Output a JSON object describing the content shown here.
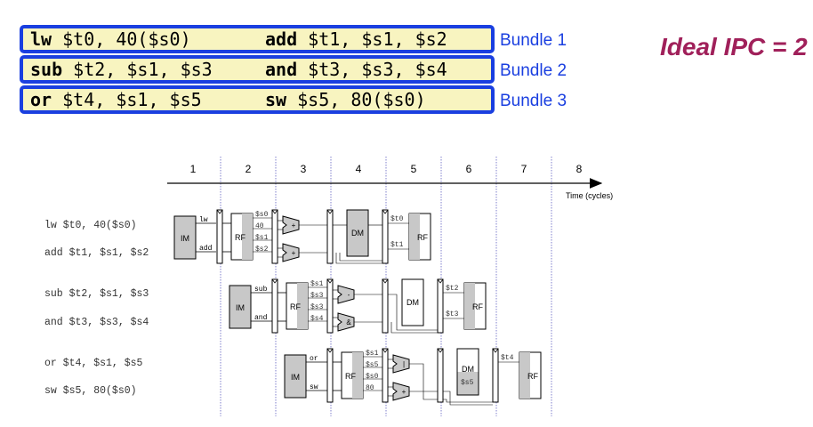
{
  "bundles": [
    {
      "slot1_op": "lw",
      "slot1_args": " $t0, 40($s0)",
      "slot2_op": "add",
      "slot2_args": " $t1, $s1, $s2",
      "label": "Bundle 1"
    },
    {
      "slot1_op": "sub",
      "slot1_args": " $t2, $s1, $s3",
      "slot2_op": "and",
      "slot2_args": " $t3, $s3, $s4",
      "label": "Bundle 2"
    },
    {
      "slot1_op": "or",
      "slot1_args": " $t4, $s1, $s5",
      "slot2_op": "sw",
      "slot2_args": " $s5, 80($s0)",
      "label": "Bundle 3"
    }
  ],
  "ideal_ipc": "Ideal IPC = 2",
  "cycles": [
    "1",
    "2",
    "3",
    "4",
    "5",
    "6",
    "7",
    "8"
  ],
  "time_label": "Time (cycles)",
  "instructions": [
    "lw  $t0, 40($s0)",
    "add $t1, $s1, $s2",
    "sub $t2, $s1, $s3",
    "and $t3, $s3, $s4",
    "or  $t4, $s1, $s5",
    "sw  $s5, 80($s0)"
  ],
  "stages": {
    "im": "IM",
    "rf": "RF",
    "dm": "DM",
    "plus": "+",
    "minus": "-",
    "and_sym": "&",
    "or_sym": "|"
  },
  "pipe1": {
    "im_top": "lw",
    "im_bot": "add",
    "rf_in": [
      "$s0",
      "40",
      "$s1",
      "$s2"
    ],
    "wb_top": "$t0",
    "wb_bot": "$t1"
  },
  "pipe2": {
    "im_top": "sub",
    "im_bot": "and",
    "rf_in": [
      "$s1",
      "$s3",
      "$s3",
      "$s4"
    ],
    "wb_top": "$t2",
    "wb_bot": "$t3"
  },
  "pipe3": {
    "im_top": "or",
    "im_bot": "sw",
    "rf_in": [
      "$s1",
      "$s5",
      "$s0",
      "80"
    ],
    "dm_in": "$s5",
    "wb_top": "$t4"
  },
  "colors": {
    "bundle_border": "#1a3fe0",
    "bundle_fill": "#f8f4c0",
    "ipc": "#a0205a",
    "unit_gray": "#c8c8c8"
  }
}
